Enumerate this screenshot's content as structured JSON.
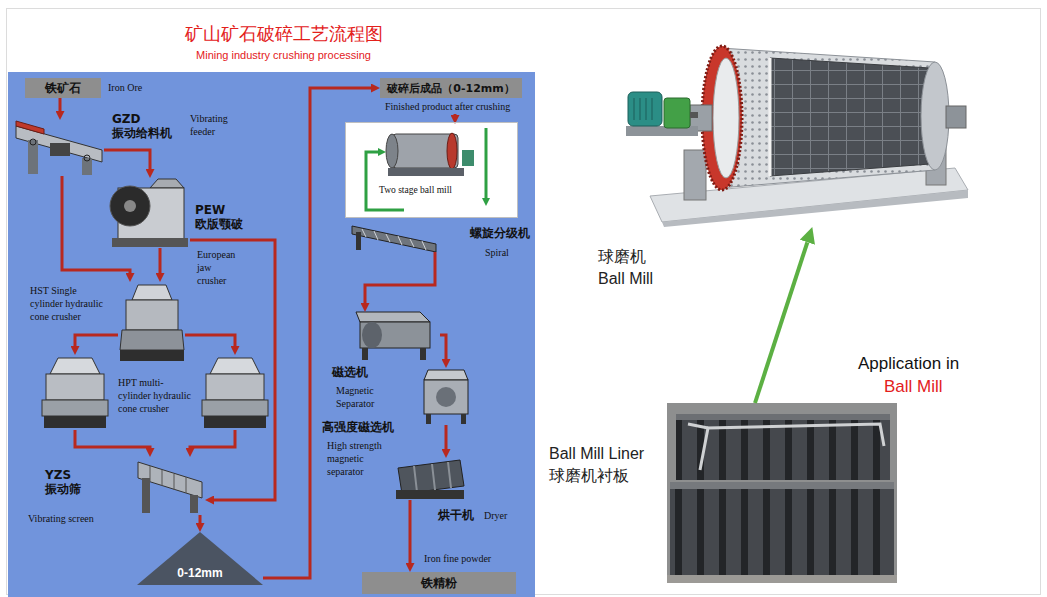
{
  "diagram": {
    "title": "矿山矿石破碎工艺流程图",
    "nodes": [
      {
        "text": [
          "铁矿石",
          "Iron Ore"
        ]
      },
      {
        "text": [
          "GZD 振动给料机",
          "Vibrating feeder"
        ]
      },
      {
        "text": [
          "PEW 欧版颚破",
          "European jaw crusher"
        ]
      },
      {
        "text": [
          "HST Single cylinder hydraulic cone crusher"
        ]
      },
      {
        "text": [
          "HPT multi-cylinder hydraulic cone crusher"
        ]
      },
      {
        "text": [
          "YZS 振动筛",
          "Vibrating screen"
        ]
      },
      {
        "text": [
          "0-12mm"
        ]
      },
      {
        "text": [
          "破碎后成品（0-12mm）",
          "Finished product after crushing"
        ]
      },
      {
        "text": [
          "Two stage ball mill"
        ]
      },
      {
        "text": [
          "螺旋分级机",
          "Spiral"
        ]
      },
      {
        "text": [
          "磁选机",
          "Magnetic Separator"
        ]
      },
      {
        "text": [
          "高强度磁选机",
          "High strength magnetic separator"
        ]
      },
      {
        "text": [
          "烘干机",
          "Dryer"
        ]
      },
      {
        "text": [
          "铁精粉"
        ]
      },
      {
        "text": [
          "球磨机 Ball Mill"
        ]
      },
      {
        "text": [
          "Ball Mill Liner 球磨机衬板"
        ]
      }
    ],
    "edges": [
      {
        "from": 0,
        "to": 1,
        "arrow": "to"
      },
      {
        "from": 1,
        "to": 2,
        "arrow": "to"
      },
      {
        "from": 1,
        "to": 3,
        "arrow": "to"
      },
      {
        "from": 2,
        "to": 3,
        "arrow": "to"
      },
      {
        "from": 2,
        "to": 5,
        "arrow": "to"
      },
      {
        "from": 3,
        "to": 4,
        "arrow": "to"
      },
      {
        "from": 4,
        "to": 5,
        "arrow": "to"
      },
      {
        "from": 5,
        "to": 6,
        "arrow": "to"
      },
      {
        "from": 6,
        "to": 7,
        "arrow": "to"
      },
      {
        "from": 7,
        "to": 8,
        "arrow": "to"
      },
      {
        "from": 9,
        "to": 10,
        "arrow": "to"
      },
      {
        "from": 10,
        "to": 11,
        "arrow": "to"
      },
      {
        "from": 11,
        "to": 12,
        "arrow": "to"
      },
      {
        "from": 12,
        "to": 13,
        "arrow": "to"
      },
      {
        "from": 15,
        "to": 14,
        "arrow": "to"
      }
    ],
    "labels": [
      "Mining industry crushing processing",
      "Iron fine powder",
      "Application in",
      "Ball Mill"
    ]
  }
}
